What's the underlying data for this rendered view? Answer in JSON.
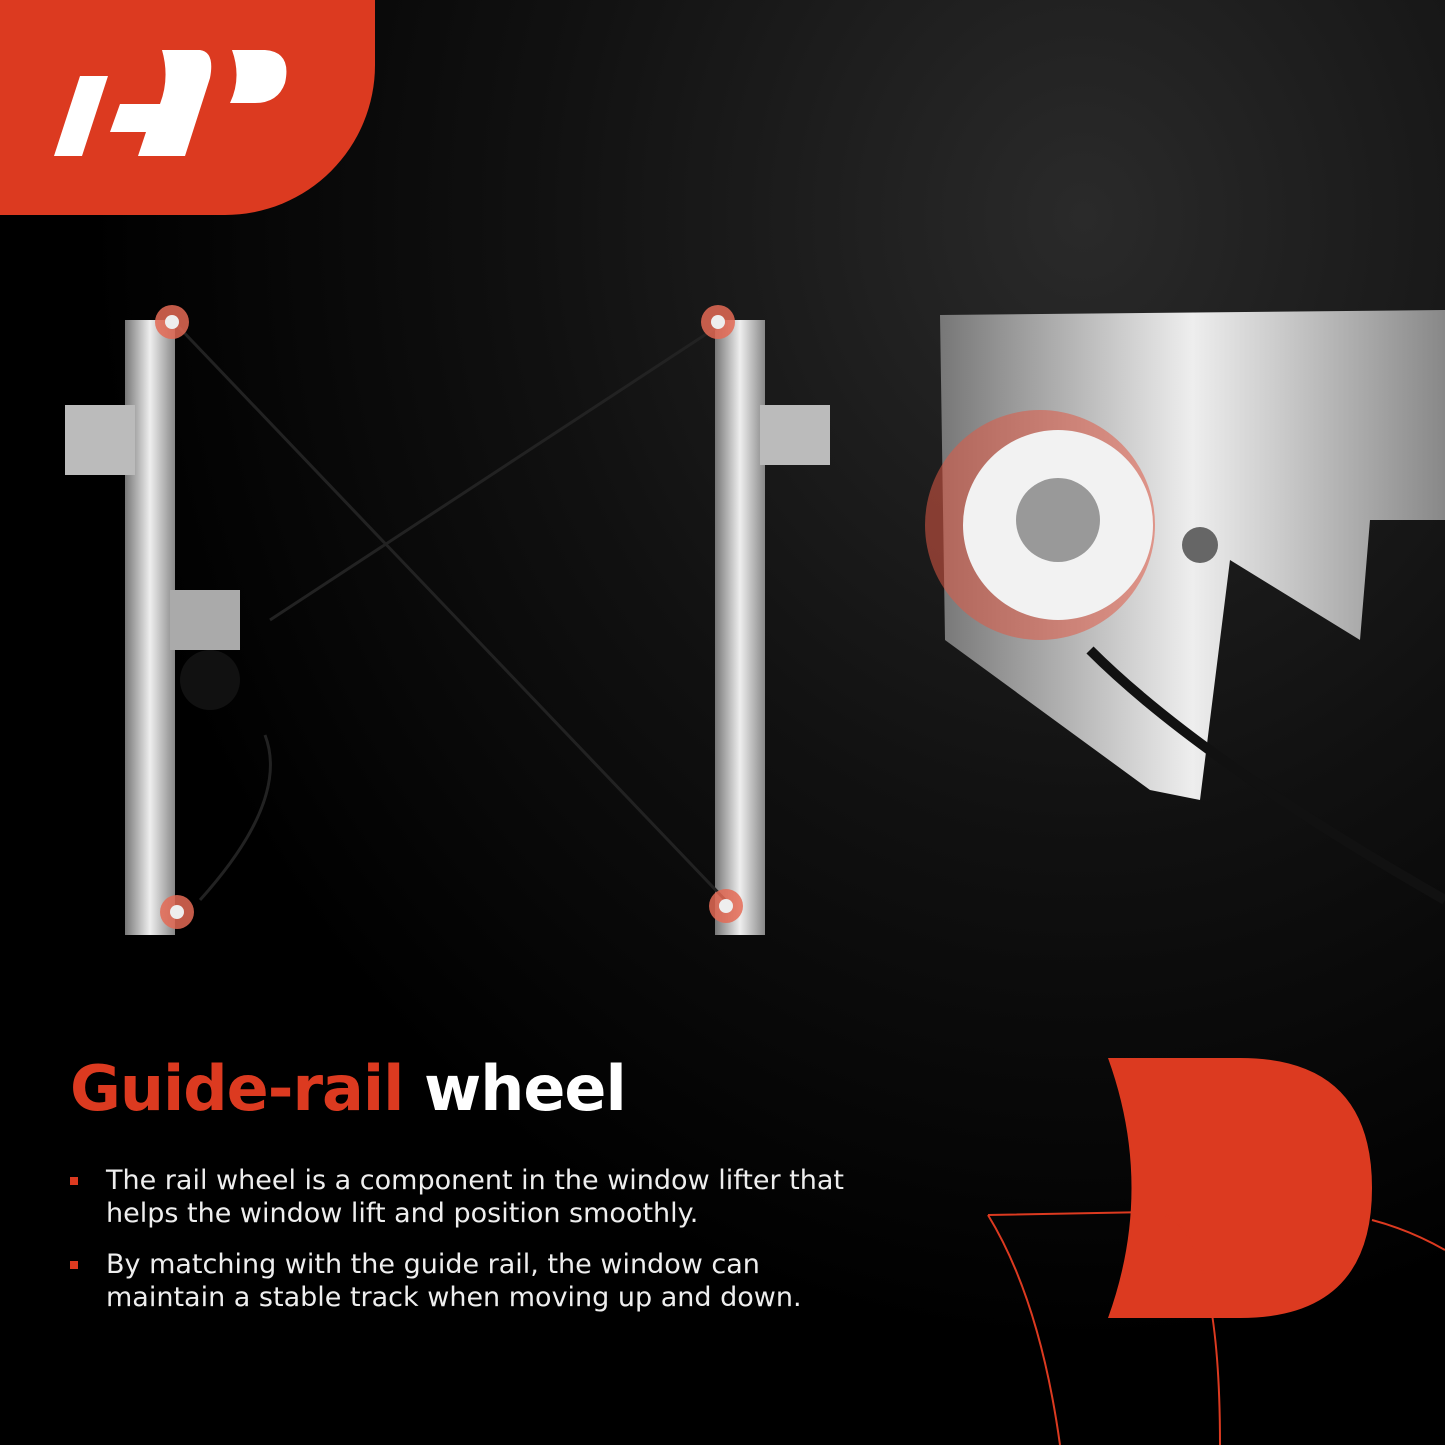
{
  "brand": {
    "logo_text": "ADP",
    "accent_color": "#dc3a20"
  },
  "headline": {
    "highlight": "Guide-rail",
    "rest": "wheel"
  },
  "bullets": [
    {
      "text": "The rail wheel is a component in the window lifter that helps the window lift and position smoothly."
    },
    {
      "text": "By matching with the guide rail, the window can maintain a stable track when moving up and down."
    }
  ]
}
